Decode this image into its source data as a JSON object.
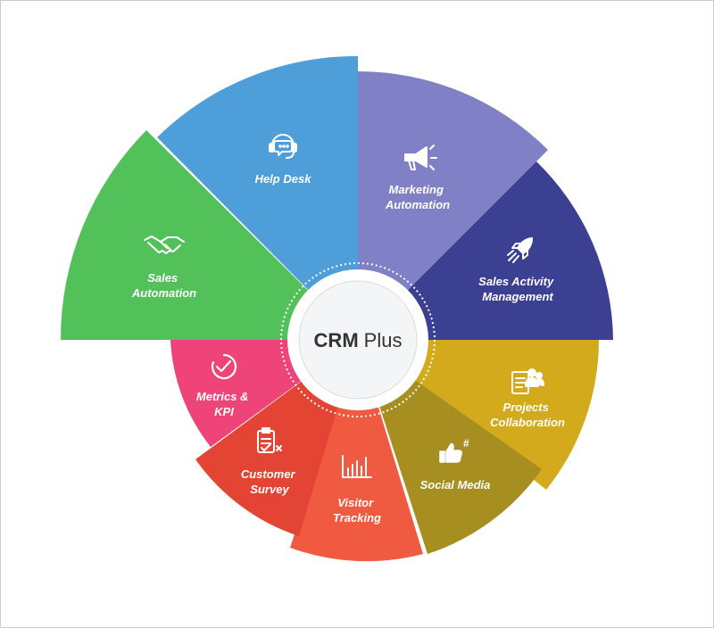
{
  "diagram": {
    "center": {
      "title_bold": "CRM",
      "title_regular": "Plus"
    },
    "segments": [
      {
        "id": "help-desk",
        "lines": [
          "Help Desk"
        ],
        "color": "#4e9ed9",
        "icon": "headset-chat-icon"
      },
      {
        "id": "marketing-automation",
        "lines": [
          "Marketing",
          "Automation"
        ],
        "color": "#7f80c6",
        "icon": "megaphone-icon"
      },
      {
        "id": "sales-activity-management",
        "lines": [
          "Sales Activity",
          "Management"
        ],
        "color": "#3b4093",
        "icon": "rocket-icon"
      },
      {
        "id": "projects-collaboration",
        "lines": [
          "Projects",
          "Collaboration"
        ],
        "color": "#d3aa1b",
        "icon": "team-clipboard-icon"
      },
      {
        "id": "social-media",
        "lines": [
          "Social Media"
        ],
        "color": "#a78e21",
        "icon": "thumbs-up-hashtag-icon"
      },
      {
        "id": "visitor-tracking",
        "lines": [
          "Visitor",
          "Tracking"
        ],
        "color": "#f05a40",
        "icon": "bar-chart-icon"
      },
      {
        "id": "customer-survey",
        "lines": [
          "Customer",
          "Survey"
        ],
        "color": "#e44434",
        "icon": "survey-clipboard-icon"
      },
      {
        "id": "metrics-kpi",
        "lines": [
          "Metrics &",
          "KPI"
        ],
        "color": "#ee4479",
        "icon": "gauge-chart-icon"
      },
      {
        "id": "sales-automation",
        "lines": [
          "Sales",
          "Automation"
        ],
        "color": "#52c15a",
        "icon": "handshake-icon"
      }
    ]
  }
}
